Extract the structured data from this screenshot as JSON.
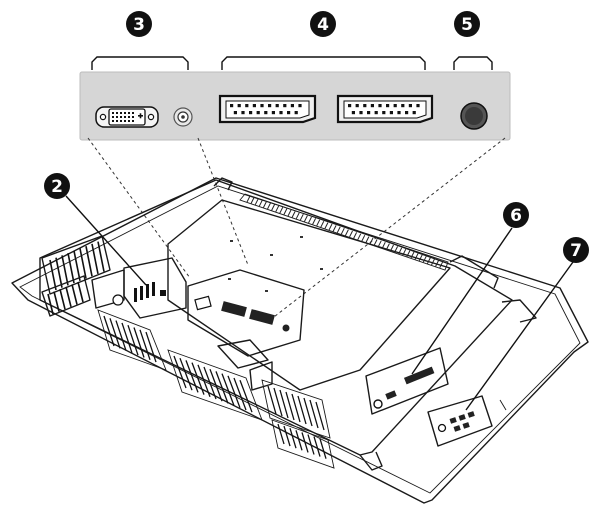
{
  "callouts": {
    "c2": "2",
    "c3": "3",
    "c4": "4",
    "c5": "5",
    "c6": "6",
    "c7": "7"
  },
  "colors": {
    "panel": "#d6d6d6",
    "ink": "#111111",
    "tv_body": "#f4f4f4",
    "callout_bg": "#111111"
  },
  "icons": {
    "dvi": "dvi-port-icon",
    "audio": "audio-jack-icon",
    "scart": "scart-port-icon",
    "coax": "antenna-input-icon"
  }
}
